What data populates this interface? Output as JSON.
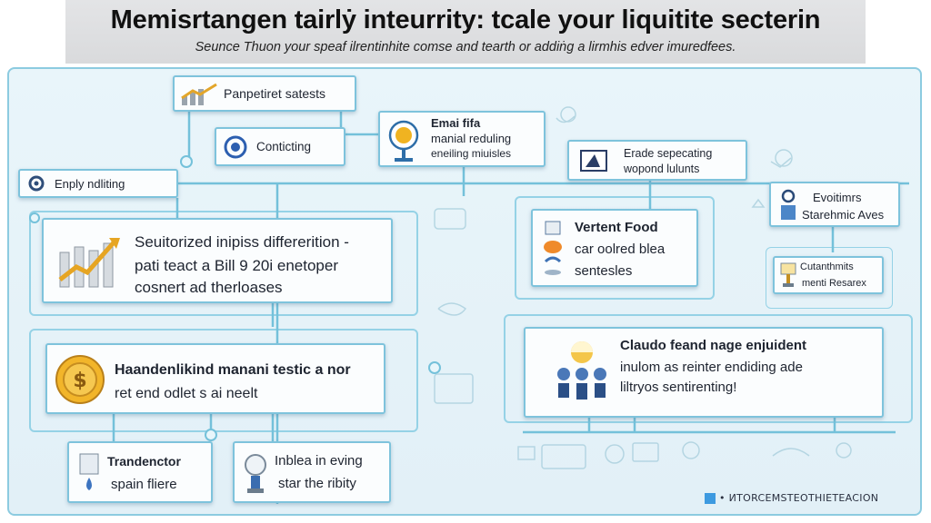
{
  "header": {
    "title": "Memisrtangen tairlẏ inteurrity: tcale your liquitite secterin",
    "subtitle": "Seunce  Thuon your speaf ilrentinhite comse and tearth or addiṅg a lirmhis edver imuredfees."
  },
  "nodes": {
    "panpetiret": "Panpetiret satests",
    "conticting": "Conticting",
    "enply": "Enply ndliting",
    "emai_1": "Emai fifa",
    "emai_2": "manial reduling",
    "emai_3": "eneiling miuisles",
    "erade_1": "Erade sepecating",
    "erade_2": "wopond lulunts",
    "evoitimrs_1": "Evoitimrs",
    "evoitimrs_2": "Starehmic Aves",
    "seuitorized_1": "Seuitorized inipiss differerition -",
    "seuitorized_2": "pati teact a Bill 9 20i enetoper",
    "seuitorized_3": "cosnert ad therloases",
    "vertent_1": "Vertent Food",
    "vertent_2": "car oolred blea",
    "vertent_3": "sentesles",
    "cutanthmits_1": "Cutanthmits",
    "cutanthmits_2": "menti Resarex",
    "haandenlikind_1": "Haandenlikind manani testic a nor",
    "haandenlikind_2": "ret end odlet s ai neelt",
    "claudo_1": "Claudo feand nage enjuident",
    "claudo_2": "inulom as reinter endiding ade",
    "claudo_3": "liltryos sentirenting!",
    "trandenctor_1": "Trandenctor",
    "trandenctor_2": "spain fliere",
    "inblea_1": "Inblea in eving",
    "inblea_2": "star the ribity"
  },
  "footer": {
    "text": "• ИTORCEMSTEOTHIETEACION"
  },
  "colors": {
    "panel_bg": "#e6f3f9",
    "connector": "#74c1da",
    "box_border": "#7ec3dc",
    "footer_square": "#3d9ae0"
  }
}
